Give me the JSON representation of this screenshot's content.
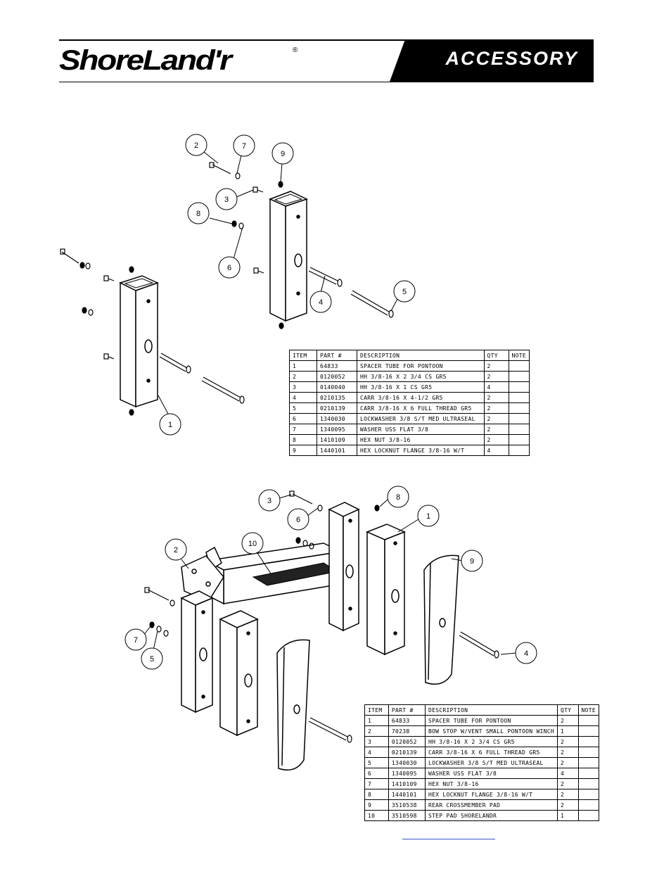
{
  "header": {
    "brand": "ShoreLand'r",
    "reg_mark": "®",
    "badge": "ACCESSORY"
  },
  "diagram_top": {
    "balloons": [
      "2",
      "7",
      "9",
      "3",
      "8",
      "6",
      "5",
      "4",
      "1"
    ]
  },
  "diagram_bottom": {
    "balloons": [
      "3",
      "8",
      "6",
      "1",
      "10",
      "2",
      "9",
      "7",
      "5",
      "4"
    ]
  },
  "table_top": {
    "headers": [
      "ITEM",
      "PART #",
      "DESCRIPTION",
      "QTY",
      "NOTE"
    ],
    "rows": [
      [
        "1",
        "64833",
        "SPACER TUBE FOR PONTOON",
        "2",
        ""
      ],
      [
        "2",
        "0120052",
        "HH 3/8-16 X 2 3/4 CS GR5",
        "2",
        ""
      ],
      [
        "3",
        "0140040",
        "HH 3/8-16 X 1 CS GR5",
        "4",
        ""
      ],
      [
        "4",
        "0210135",
        "CARR 3/8-16 X 4-1/2 GR5",
        "2",
        ""
      ],
      [
        "5",
        "0210139",
        "CARR 3/8-16 X 6 FULL THREAD GR5",
        "2",
        ""
      ],
      [
        "6",
        "1340030",
        "LOCKWASHER 3/8 S/T MED ULTRASEAL",
        "2",
        ""
      ],
      [
        "7",
        "1340095",
        "WASHER USS FLAT 3/8",
        "2",
        ""
      ],
      [
        "8",
        "1410109",
        "HEX NUT 3/8-16",
        "2",
        ""
      ],
      [
        "9",
        "1440101",
        "HEX LOCKNUT FLANGE 3/8-16 W/T",
        "4",
        ""
      ]
    ]
  },
  "table_bottom": {
    "headers": [
      "ITEM",
      "PART #",
      "DESCRIPTION",
      "QTY",
      "NOTE"
    ],
    "rows": [
      [
        "1",
        "64833",
        "SPACER TUBE FOR PONTOON",
        "2",
        ""
      ],
      [
        "2",
        "70238",
        "BOW STOP W/VENT SMALL PONTOON WINCH",
        "1",
        ""
      ],
      [
        "3",
        "0120052",
        "HH 3/8-16 X 2 3/4 CS GR5",
        "2",
        ""
      ],
      [
        "4",
        "0210139",
        "CARR 3/8-16 X 6 FULL THREAD GR5",
        "2",
        ""
      ],
      [
        "5",
        "1340030",
        "LOCKWASHER 3/8 S/T MED ULTRASEAL",
        "2",
        ""
      ],
      [
        "6",
        "1340095",
        "WASHER USS FLAT 3/8",
        "4",
        ""
      ],
      [
        "7",
        "1410109",
        "HEX NUT 3/8-16",
        "2",
        ""
      ],
      [
        "8",
        "1440101",
        "HEX LOCKNUT FLANGE 3/8-16 W/T",
        "2",
        ""
      ],
      [
        "9",
        "3510538",
        "REAR CROSSMEMBER PAD",
        "2",
        ""
      ],
      [
        "10",
        "3510598",
        "STEP PAD SHORELANDR",
        "1",
        ""
      ]
    ]
  }
}
